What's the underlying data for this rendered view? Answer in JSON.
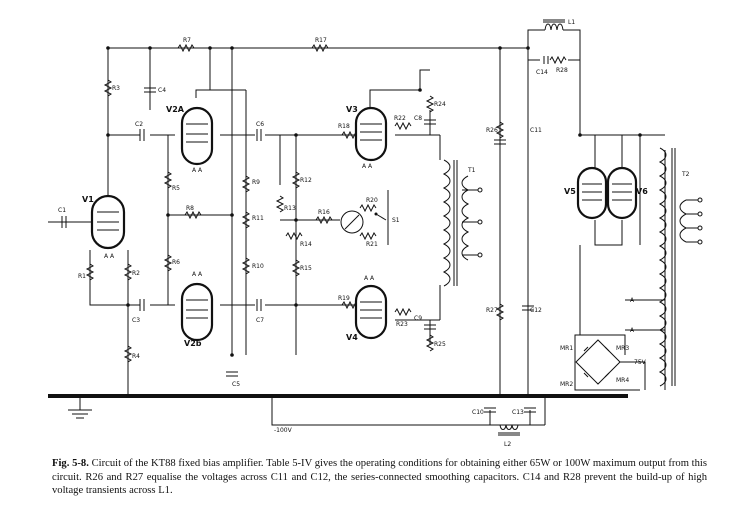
{
  "labels": {
    "R1": "R1",
    "R2": "R2",
    "R3": "R3",
    "R4": "R4",
    "R5": "R5",
    "R6": "R6",
    "R7": "R7",
    "R8": "R8",
    "R9": "R9",
    "R10": "R10",
    "R11": "R11",
    "R12": "R12",
    "R13": "R13",
    "R14": "R14",
    "R15": "R15",
    "R16": "R16",
    "R17": "R17",
    "R18": "R18",
    "R19": "R19",
    "R20": "R20",
    "R21": "R21",
    "R22": "R22",
    "R23": "R23",
    "R24": "R24",
    "R25": "R25",
    "R26": "R26",
    "R27": "R27",
    "R28": "R28",
    "C1": "C1",
    "C2": "C2",
    "C3": "C3",
    "C4": "C4",
    "C5": "C5",
    "C6": "C6",
    "C7": "C7",
    "C8": "C8",
    "C9": "C9",
    "C10": "C10",
    "C11": "C11",
    "C12": "C12",
    "C13": "C13",
    "C14": "C14",
    "V1": "V1",
    "V2a": "V2A",
    "V2b": "V2b",
    "V3": "V3",
    "V4": "V4",
    "V5": "V5",
    "V6": "V6",
    "T1": "T1",
    "T2": "T2",
    "L1": "L1",
    "L2": "L2",
    "S1": "S1",
    "MR1": "MR1",
    "MR2": "MR2",
    "MR3": "MR3",
    "MR4": "MR4",
    "neg100v": "-100V",
    "v75": "75V",
    "A": "A",
    "AA": "A A"
  },
  "caption": {
    "figure": "Fig. 5-8.",
    "text": "Circuit of the KT88 fixed bias amplifier.  Table 5-IV gives the operating conditions for obtaining either 65W or 100W maximum output from this circuit.  R26 and R27 equalise the voltages across C11 and C12, the series-connected smoothing capacitors.  C14 and R28 prevent the build-up of high voltage transients across L1."
  }
}
